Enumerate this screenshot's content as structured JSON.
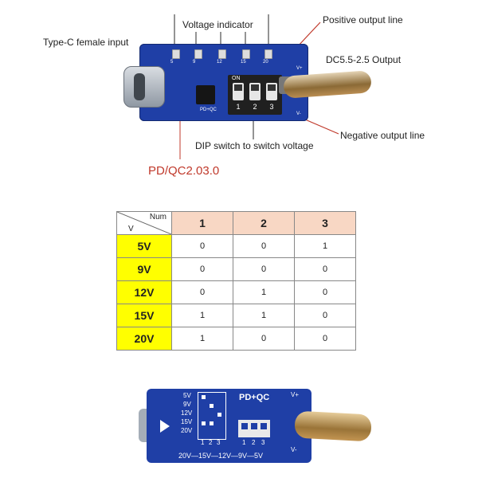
{
  "annotations": {
    "voltage_indicator": "Voltage indicator",
    "positive_output": "Positive output line",
    "typec_input": "Type-C female input",
    "dc_output": "DC5.5-2.5 Output",
    "negative_output": "Negative output line",
    "dip_switch": "DIP switch to switch voltage",
    "protocol": "PD/QC2.03.0"
  },
  "top_board": {
    "dip_on": "ON",
    "dip_numbers": [
      "1",
      "2",
      "3"
    ],
    "silk_pdqc": "PD+QC",
    "silk_vplus": "V+",
    "silk_vminus": "V-",
    "led_labels": [
      "5",
      "9",
      "12",
      "15",
      "20"
    ]
  },
  "table": {
    "corner_top": "Num",
    "corner_bottom": "V",
    "columns": [
      "1",
      "2",
      "3"
    ],
    "rows": [
      {
        "v": "5V",
        "values": [
          "0",
          "0",
          "1"
        ]
      },
      {
        "v": "9V",
        "values": [
          "0",
          "0",
          "0"
        ]
      },
      {
        "v": "12V",
        "values": [
          "0",
          "1",
          "0"
        ]
      },
      {
        "v": "15V",
        "values": [
          "1",
          "1",
          "0"
        ]
      },
      {
        "v": "20V",
        "values": [
          "1",
          "0",
          "0"
        ]
      }
    ]
  },
  "bottom_board": {
    "title": "PD+QC",
    "vplus": "V+",
    "vminus": "V-",
    "voltages": [
      "5V",
      "9V",
      "12V",
      "15V",
      "20V"
    ],
    "bottom_strip": "20V—15V—12V—9V—5V",
    "dip_numbers": [
      "1",
      "2",
      "3"
    ],
    "mini_numbers": [
      "1",
      "2",
      "3"
    ]
  },
  "colors": {
    "pcb": "#1f3fa6",
    "header_fill": "#f8d7c4",
    "row_fill": "#ffff00",
    "protocol_text": "#c0392b"
  }
}
